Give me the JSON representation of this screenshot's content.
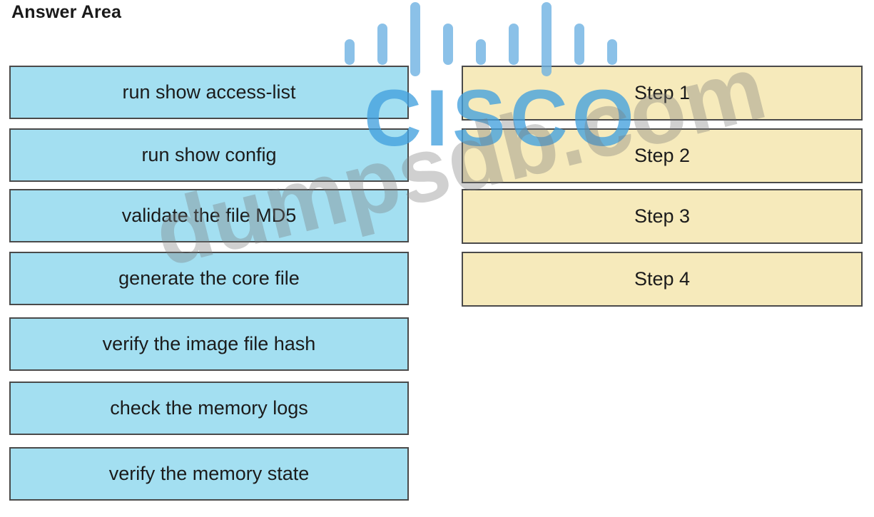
{
  "header": {
    "title": "Answer Area"
  },
  "answers": [
    {
      "label": "run show access-list"
    },
    {
      "label": "run show config"
    },
    {
      "label": "validate the file MD5"
    },
    {
      "label": "generate the core file"
    },
    {
      "label": "verify the image file hash"
    },
    {
      "label": "check the memory logs"
    },
    {
      "label": "verify the memory state"
    }
  ],
  "steps": [
    {
      "label": "Step 1"
    },
    {
      "label": "Step 2"
    },
    {
      "label": "Step 3"
    },
    {
      "label": "Step 4"
    }
  ],
  "watermarks": {
    "logo_text": "CISCO",
    "site_text": "dumpsdb.com"
  },
  "colors": {
    "answer_bg": "#a3dff1",
    "step_bg": "#f6eabb",
    "border": "#4a4a4a",
    "cisco_blue": "#42a0de"
  }
}
